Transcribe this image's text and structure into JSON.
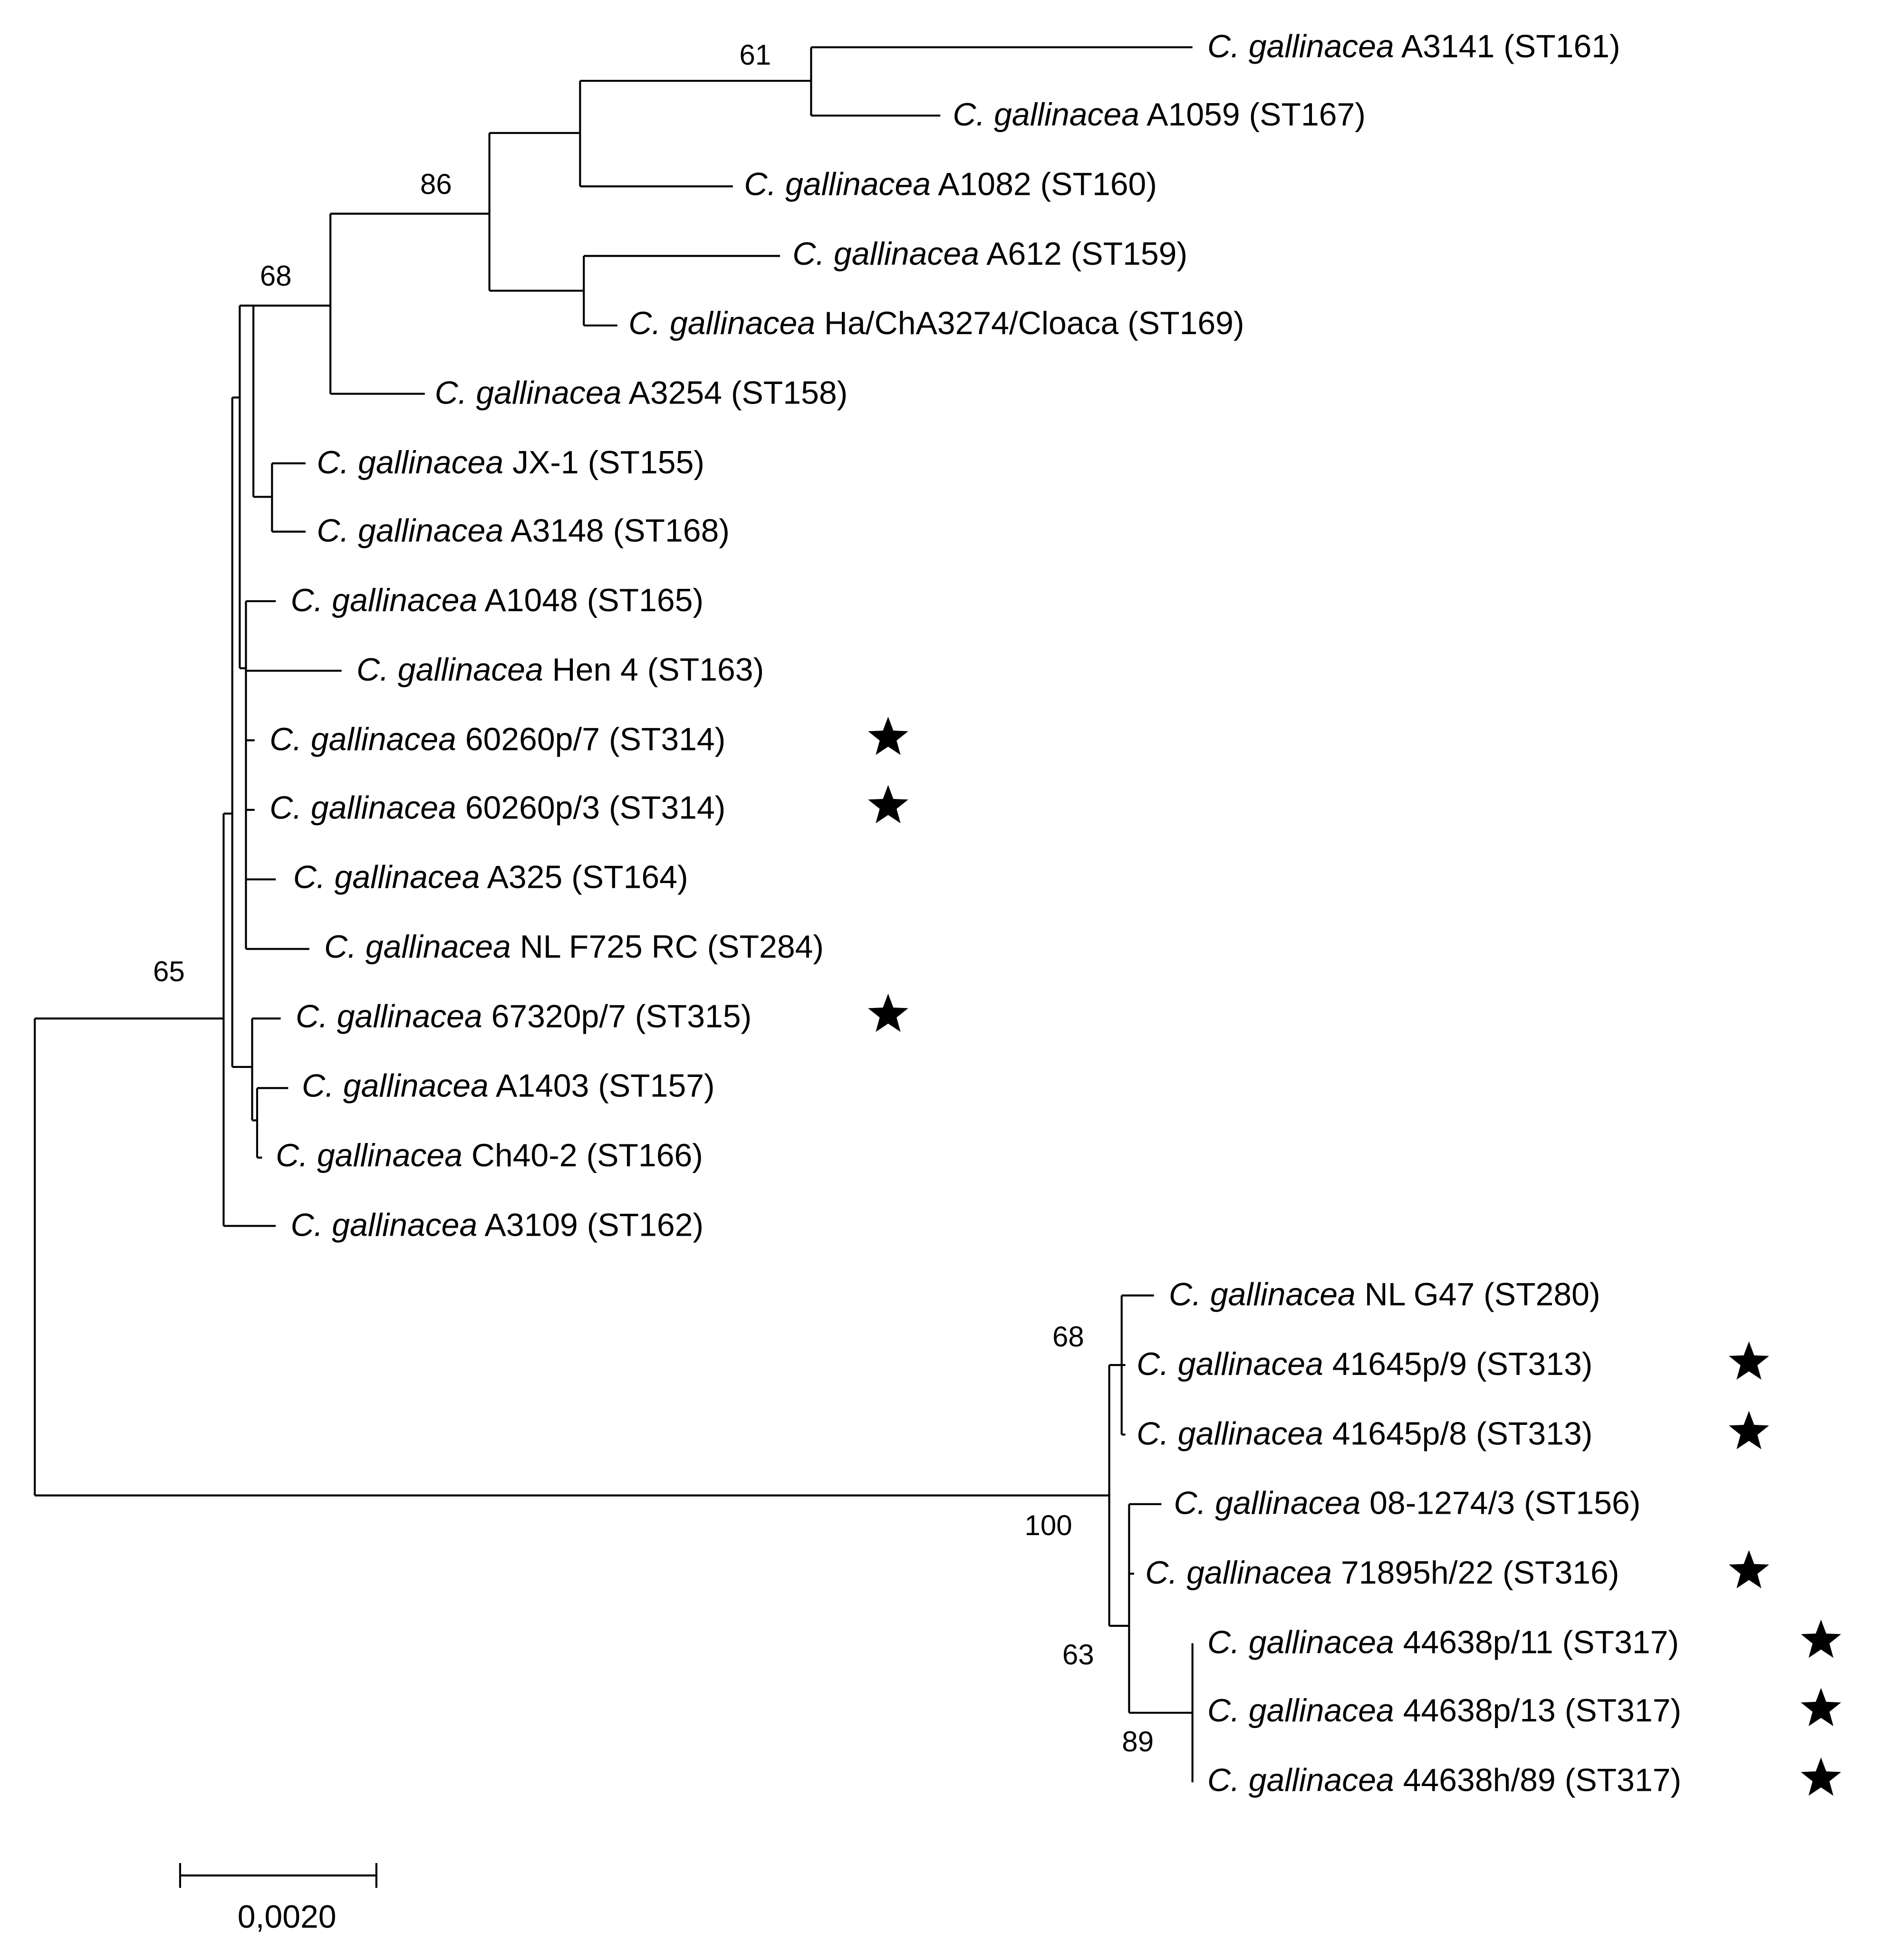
{
  "species": "C. gallinacea",
  "leaves": [
    {
      "strain": "A3141",
      "st": "(ST161)",
      "star": false
    },
    {
      "strain": "A1059",
      "st": "(ST167)",
      "star": false
    },
    {
      "strain": "A1082",
      "st": "(ST160)",
      "star": false
    },
    {
      "strain": "A612",
      "st": "(ST159)",
      "star": false
    },
    {
      "strain": "Ha/ChA3274/Cloaca",
      "st": "(ST169)",
      "star": false
    },
    {
      "strain": "A3254",
      "st": "(ST158)",
      "star": false
    },
    {
      "strain": "JX-1",
      "st": "(ST155)",
      "star": false
    },
    {
      "strain": "A3148",
      "st": "(ST168)",
      "star": false
    },
    {
      "strain": "A1048",
      "st": "(ST165)",
      "star": false
    },
    {
      "strain": "Hen 4",
      "st": "(ST163)",
      "star": false
    },
    {
      "strain": "60260p/7",
      "st": "(ST314)",
      "star": true
    },
    {
      "strain": "60260p/3",
      "st": "(ST314)",
      "star": true
    },
    {
      "strain": "A325",
      "st": "(ST164)",
      "star": false
    },
    {
      "strain": "NL F725 RC",
      "st": "(ST284)",
      "star": false
    },
    {
      "strain": "67320p/7",
      "st": "(ST315)",
      "star": true
    },
    {
      "strain": "A1403",
      "st": "(ST157)",
      "star": false
    },
    {
      "strain": "Ch40-2",
      "st": "(ST166)",
      "star": false
    },
    {
      "strain": "A3109",
      "st": "(ST162)",
      "star": false
    },
    {
      "strain": "NL G47",
      "st": "(ST280)",
      "star": false
    },
    {
      "strain": "41645p/9",
      "st": "(ST313)",
      "star": true
    },
    {
      "strain": "41645p/8",
      "st": "(ST313)",
      "star": true
    },
    {
      "strain": "08-1274/3",
      "st": "(ST156)",
      "star": false
    },
    {
      "strain": "71895h/22",
      "st": "(ST316)",
      "star": true
    },
    {
      "strain": "44638p/11",
      "st": "(ST317)",
      "star": true
    },
    {
      "strain": "44638p/13",
      "st": "(ST317)",
      "star": true
    },
    {
      "strain": "44638h/89",
      "st": "(ST317)",
      "star": true
    }
  ],
  "bootstrap": [
    "61",
    "86",
    "68",
    "65",
    "68",
    "100",
    "63",
    "89"
  ],
  "scale_bar": {
    "label": "0,0020"
  }
}
